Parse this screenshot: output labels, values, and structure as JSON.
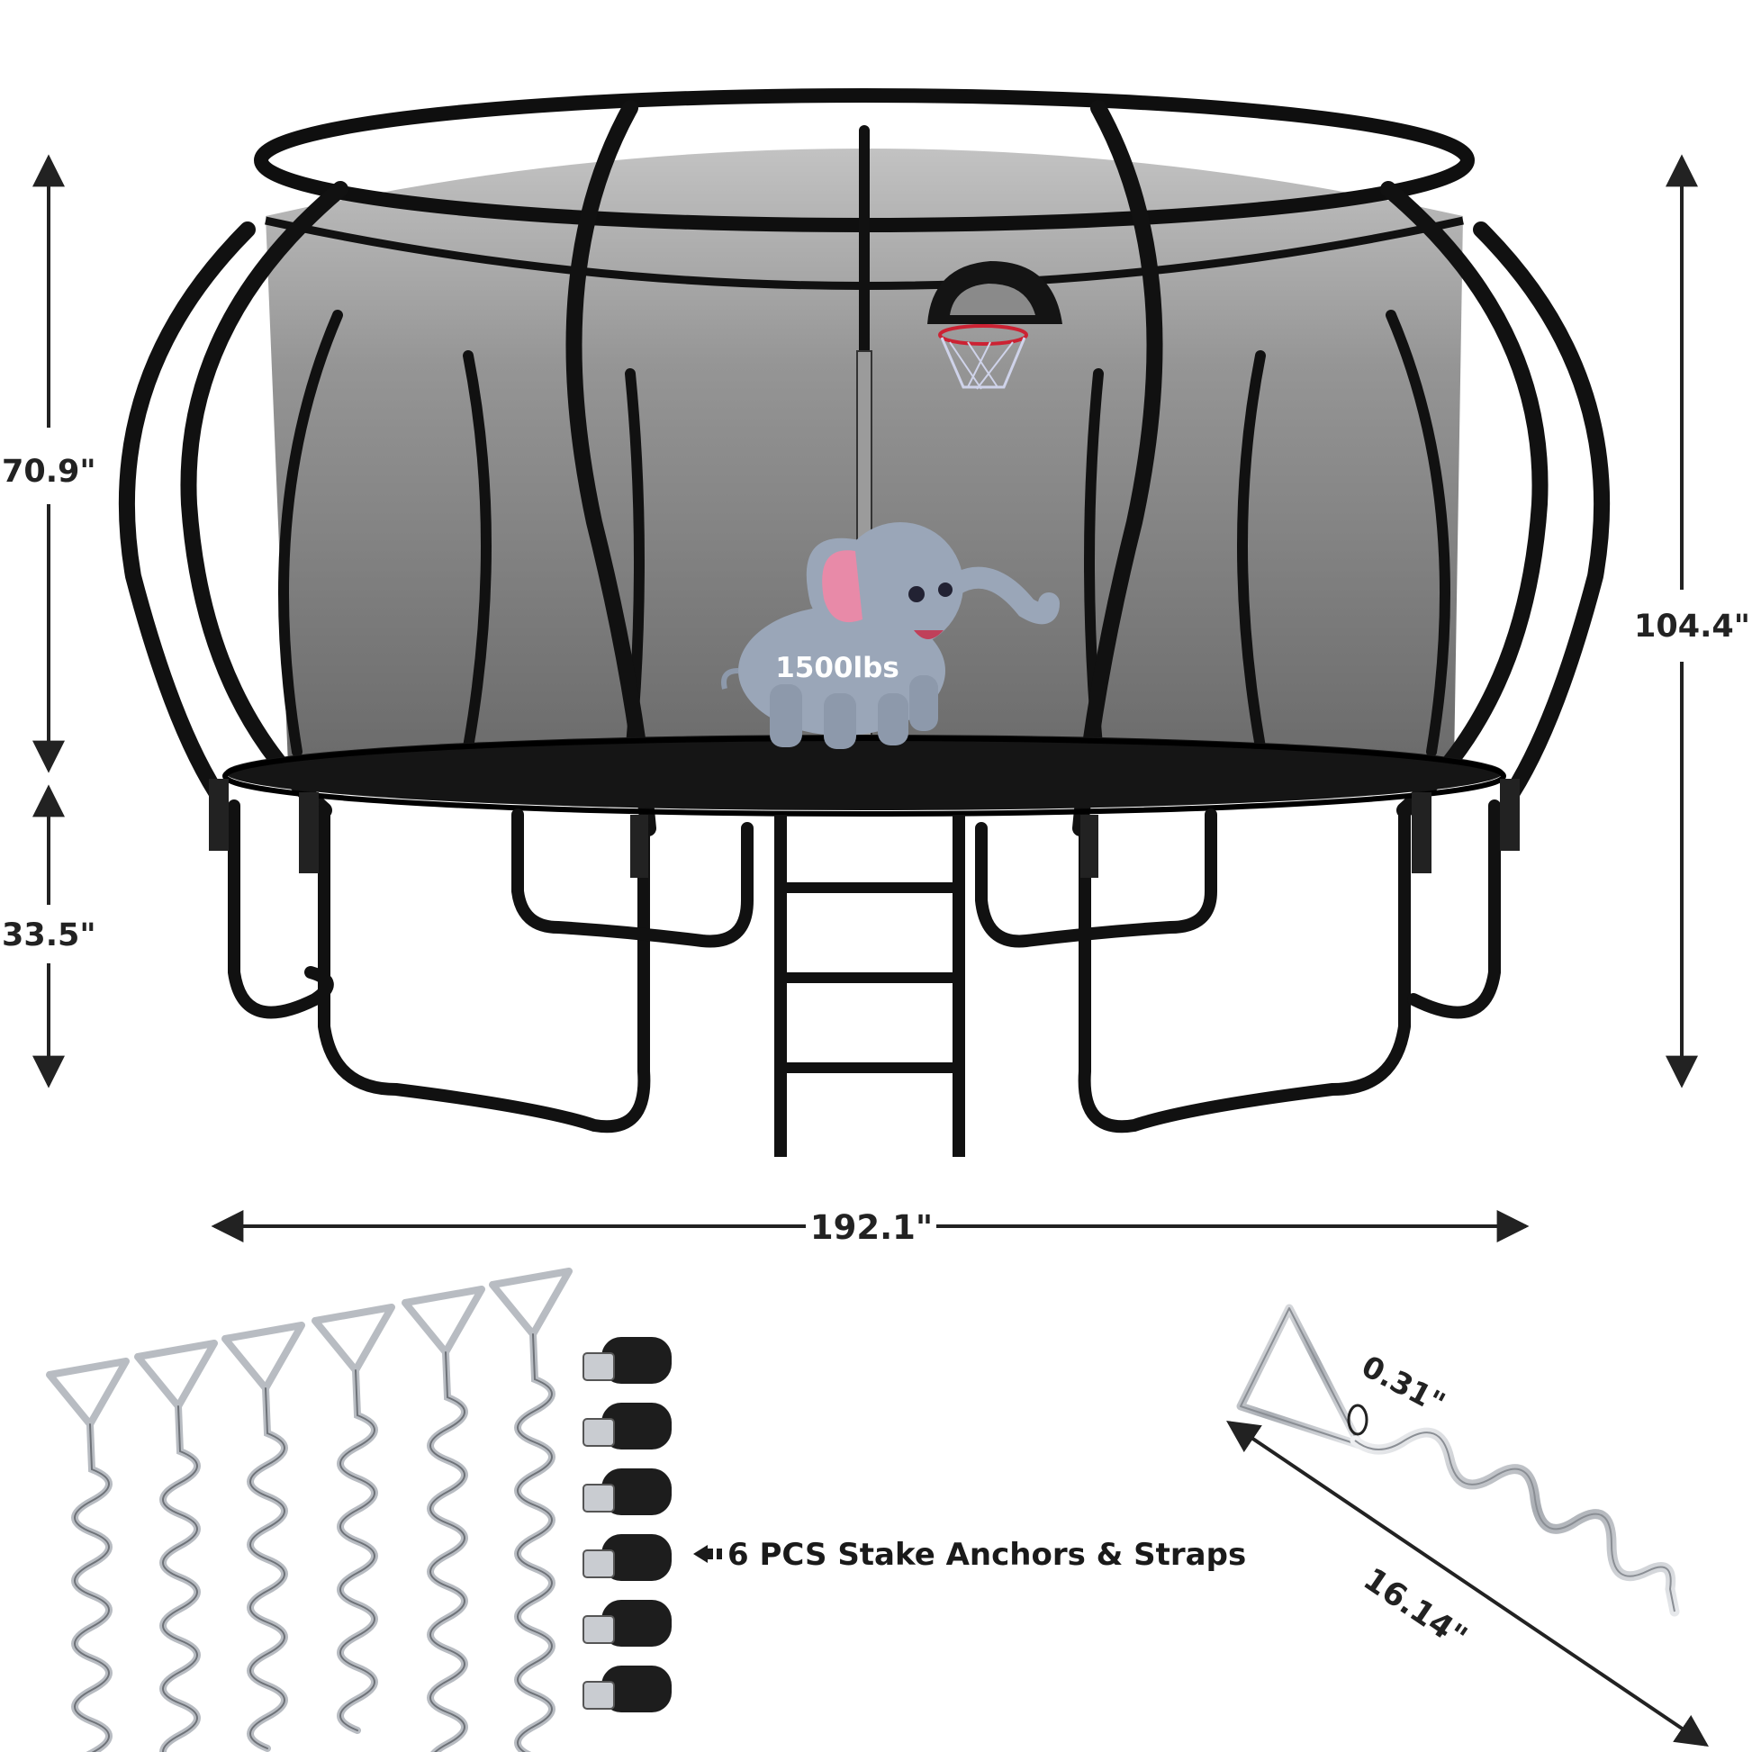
{
  "product": {
    "dimensions": {
      "enclosure_height": "70.9\"",
      "jump_height": "33.5\"",
      "total_height": "104.4\"",
      "width": "192.1\""
    },
    "weight_badge": "1500lbs",
    "accessories_caption": "6 PCS Stake Anchors & Straps",
    "stake_detail": {
      "thickness": "0.31\"",
      "length": "16.14\""
    }
  },
  "colors": {
    "frame": "#111111",
    "net": "#6f6f6f",
    "mat": "#151515",
    "elephant": "#9aa6b8",
    "ear": "#e88aa8",
    "stake": "#c9ccd1",
    "strap": "#1d1d1d"
  },
  "icons": [
    "elephant-icon",
    "basketball-hoop-icon",
    "arrow-left-icon"
  ]
}
